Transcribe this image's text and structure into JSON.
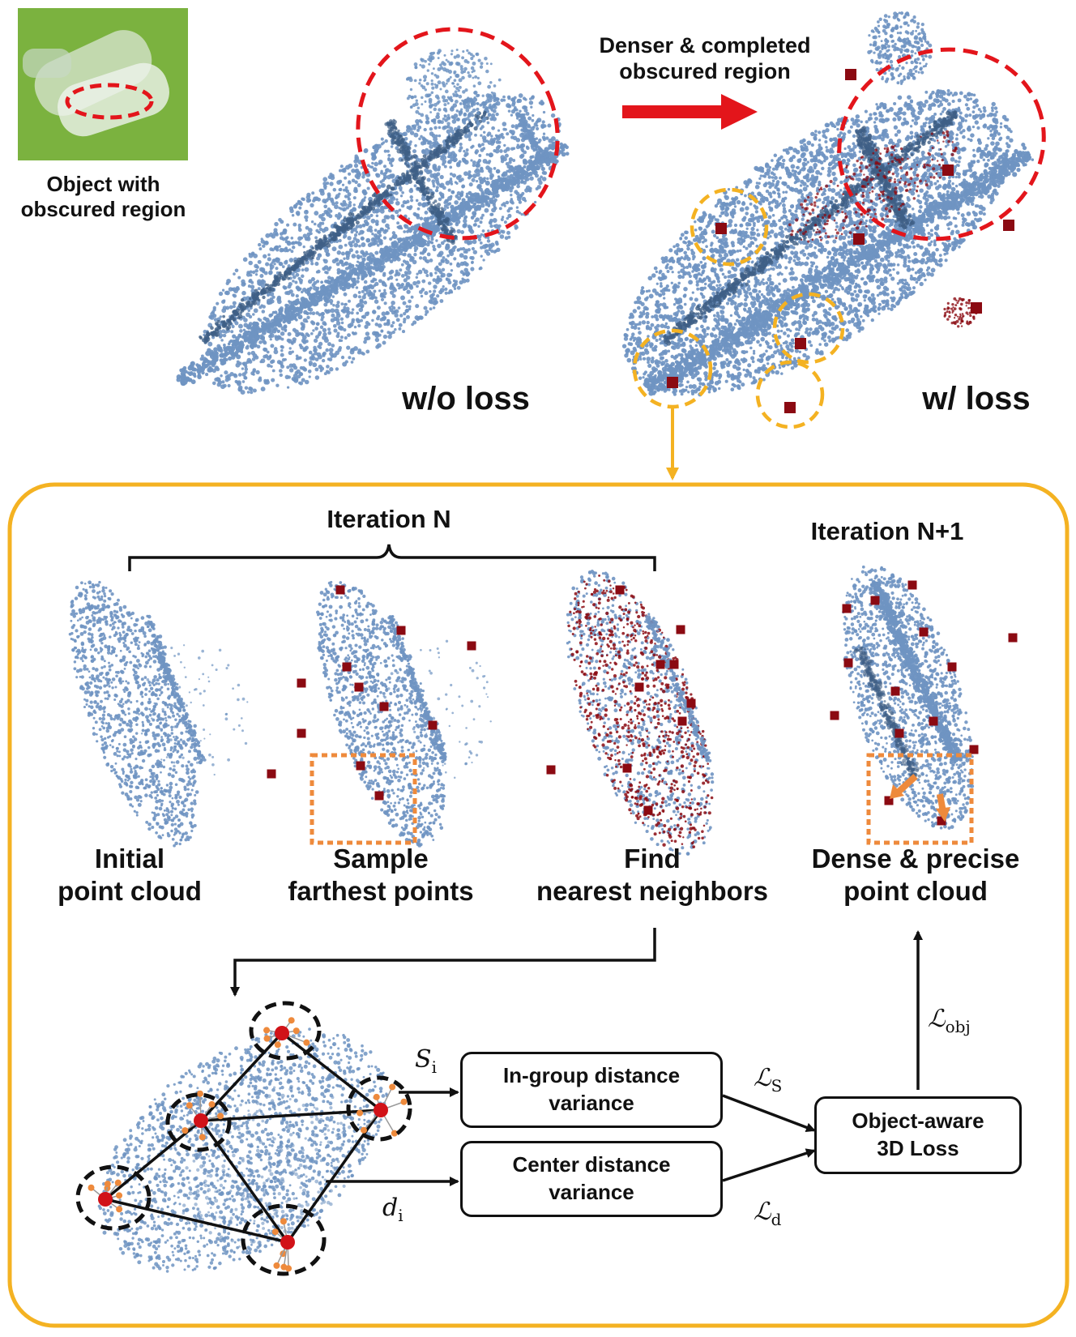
{
  "top": {
    "inset_label_line1": "Object with",
    "inset_label_line2": "obscured region",
    "arrow_label_line1": "Denser & completed",
    "arrow_label_line2": "obscured region",
    "left_cloud_label": "w/o loss",
    "right_cloud_label": "w/ loss"
  },
  "panel": {
    "iteration_n": "Iteration N",
    "iteration_n1": "Iteration N+1",
    "step1_line1": "Initial",
    "step1_line2": "point cloud",
    "step2_line1": "Sample",
    "step2_line2": "farthest points",
    "step3_line1": "Find",
    "step3_line2": "nearest neighbors",
    "step4_line1": "Dense & precise",
    "step4_line2": "point cloud"
  },
  "flow": {
    "box_in_group_line1": "In-group distance",
    "box_in_group_line2": "variance",
    "box_center_line1": "Center distance",
    "box_center_line2": "variance",
    "box_loss_line1": "Object-aware",
    "box_loss_line2": "3D Loss",
    "sym_s": "S",
    "sym_s_sub": "i",
    "sym_d": "d",
    "sym_d_sub": "i",
    "sym_ls": "ℒ",
    "sym_ls_sub": "S",
    "sym_ld": "ℒ",
    "sym_ld_sub": "d",
    "sym_lobj": "ℒ",
    "sym_lobj_sub": "obj"
  },
  "colors": {
    "cloud_blue": "#6f94c2",
    "cloud_dark": "#3f5f86",
    "sample_red": "#8b0a12",
    "accent_red": "#e3151b",
    "highlight_yellow": "#f4b222",
    "neighbor_orange": "#ee8a3c",
    "inset_green": "#7bb23f"
  }
}
